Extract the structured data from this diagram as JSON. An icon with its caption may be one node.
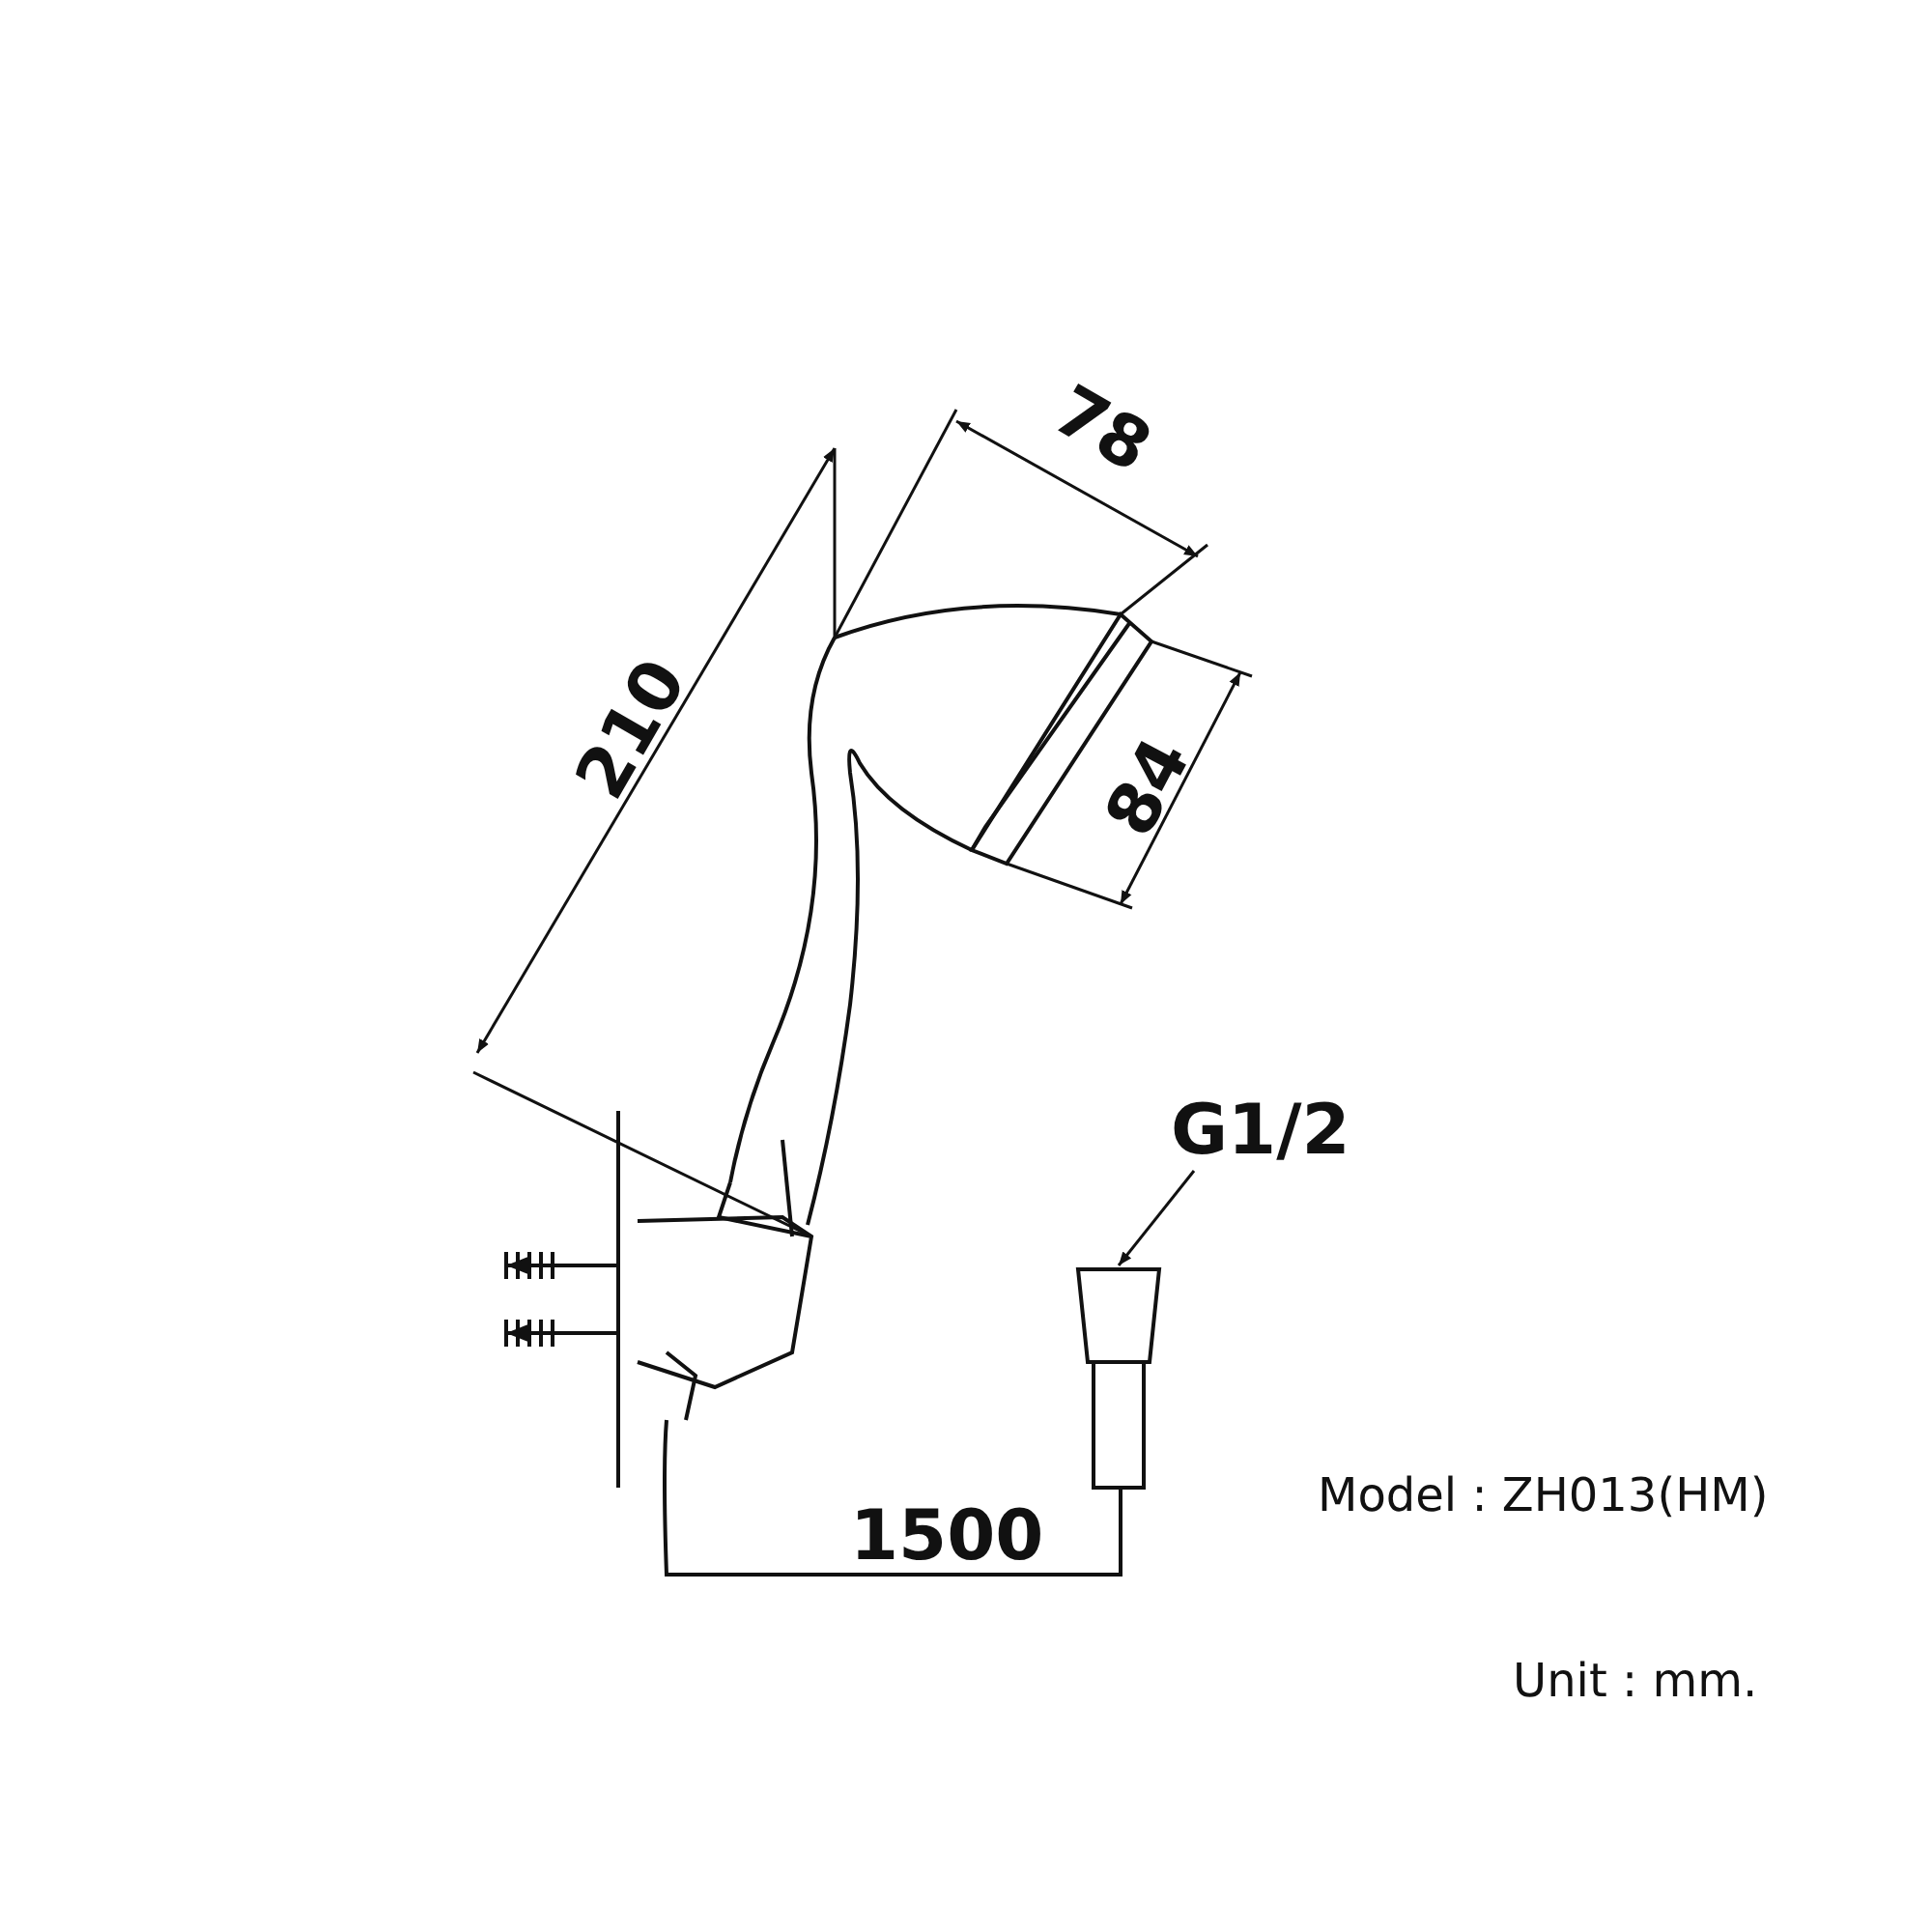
{
  "diagram": {
    "nodes": [
      {
        "text": [
          "G1/2"
        ]
      },
      {
        "text": [],
        "shape": "picture"
      }
    ],
    "edges": [
      {
        "from": 0,
        "to": 1,
        "arrow": "to"
      }
    ],
    "labels": [
      "78",
      "210",
      "84",
      "1500",
      "Model : ZH013(HM)",
      "Unit : mm."
    ]
  }
}
